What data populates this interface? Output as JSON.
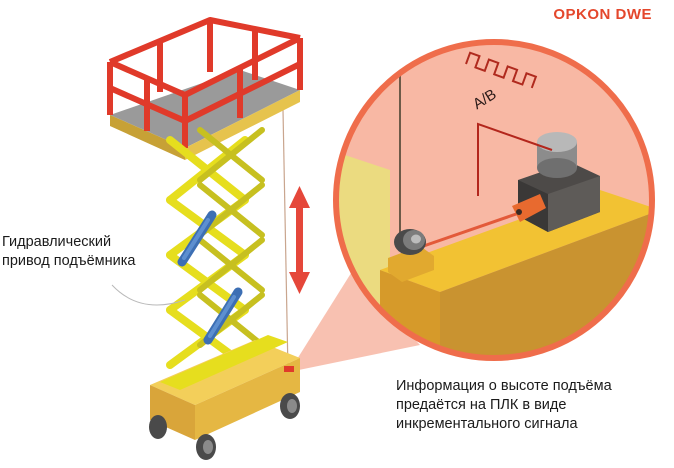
{
  "brand": {
    "text": "OPKON DWE",
    "color": "#e4472c"
  },
  "labels": {
    "hydraulic": [
      "Гидравлический",
      "привод подъёмника"
    ],
    "info": [
      "Информация о высоте подъёма",
      "предаётся на ПЛК в виде",
      "инкрементального сигнала"
    ]
  },
  "signal_label": "A/B",
  "colors": {
    "railing": "#e03a2a",
    "scissor": "#e6de1e",
    "hydraulic": "#3d6fb4",
    "base": "#f0c24b",
    "circle_fill": "#f7b6a3",
    "circle_ring": "#ef6d4b",
    "arrow": "#e5473a"
  }
}
